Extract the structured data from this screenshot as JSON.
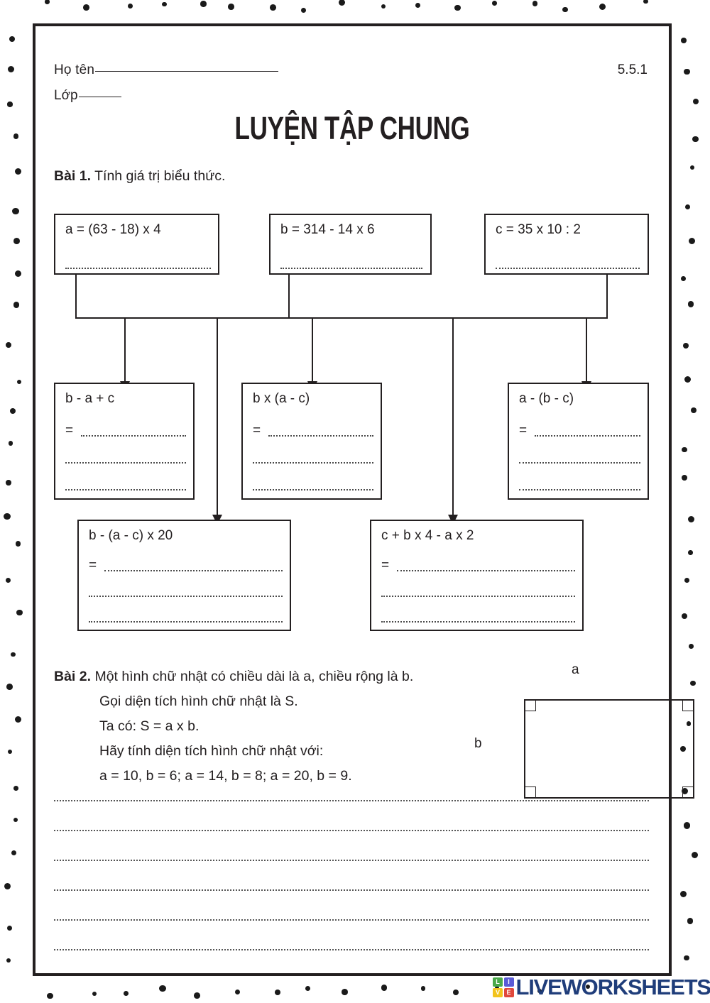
{
  "header": {
    "name_label": "Họ tên",
    "class_label": "Lớp",
    "code": "5.5.1",
    "title": "LUYỆN TẬP CHUNG"
  },
  "task1": {
    "number": "Bài 1.",
    "instruction": "Tính giá trị biểu thức.",
    "given": [
      {
        "expr": "a = (63 - 18) x 4"
      },
      {
        "expr": "b = 314 - 14 x 6"
      },
      {
        "expr": "c = 35 x 10 : 2"
      }
    ],
    "row2": [
      {
        "expr": "b - a + c",
        "eq": "="
      },
      {
        "expr": "b x (a - c)",
        "eq": "="
      },
      {
        "expr": "a - (b - c)",
        "eq": "="
      }
    ],
    "row3": [
      {
        "expr": "b - (a - c) x 20",
        "eq": "="
      },
      {
        "expr": "c + b x 4 - a x 2",
        "eq": "="
      }
    ]
  },
  "task2": {
    "number": "Bài 2.",
    "lines": [
      "Một hình chữ nhật có chiều dài là a, chiều rộng là b.",
      "Gọi diện tích hình chữ nhật là S.",
      "Ta có: S = a x b.",
      "Hãy tính diện tích hình chữ nhật với:",
      "a = 10, b = 6;          a = 14, b = 8;          a = 20, b = 9."
    ],
    "figure": {
      "top_label": "a",
      "left_label": "b"
    }
  },
  "footer": {
    "logo_letters": [
      "L",
      "I",
      "V",
      "E"
    ],
    "logo_colors": [
      "#4aa94a",
      "#5b5bd6",
      "#f2c31d",
      "#e0483c"
    ],
    "logo_word": "LIVEWORKSHEETS",
    "logo_word_color": "#1f3d7a"
  }
}
